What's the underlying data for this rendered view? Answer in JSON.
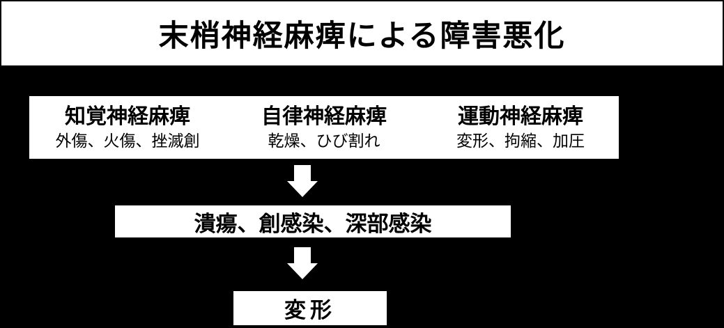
{
  "diagram": {
    "title": "末梢神経麻痺による障害悪化",
    "causes": [
      {
        "heading": "知覚神経麻痺",
        "detail": "外傷、火傷、挫滅創"
      },
      {
        "heading": "自律神経麻痺",
        "detail": "乾燥、ひび割れ"
      },
      {
        "heading": "運動神経麻痺",
        "detail": "変形、拘縮、加圧"
      }
    ],
    "intermediate_result": "潰瘍、創感染、深部感染",
    "final_result": "変形",
    "colors": {
      "background": "#000000",
      "box_background": "#ffffff",
      "text": "#000000",
      "arrow": "#ffffff"
    }
  }
}
